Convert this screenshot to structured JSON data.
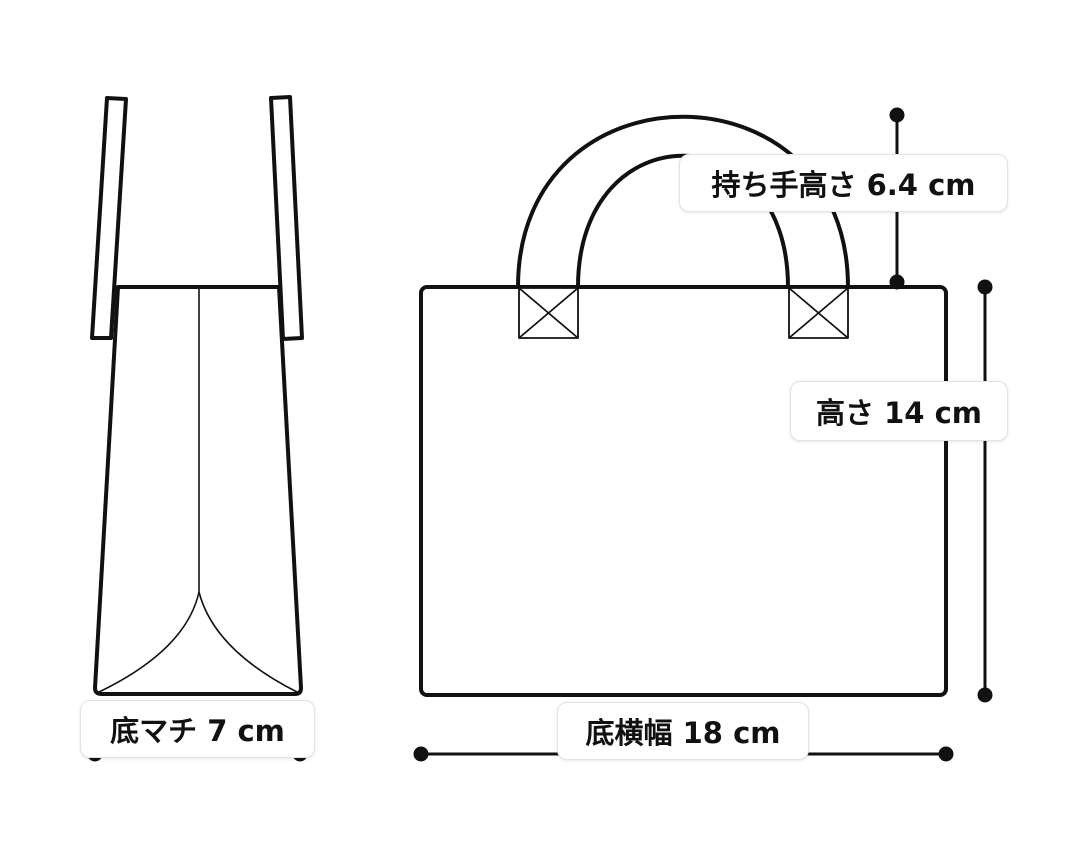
{
  "dimensions": {
    "handle_height": "持ち手高さ 6.4 cm",
    "height": "高さ 14 cm",
    "bottom_gusset": "底マチ 7 cm",
    "bottom_width": "底横幅 18 cm"
  },
  "colors": {
    "stroke": "#111111",
    "label_border": "#e2e2e2",
    "background": "#ffffff"
  }
}
